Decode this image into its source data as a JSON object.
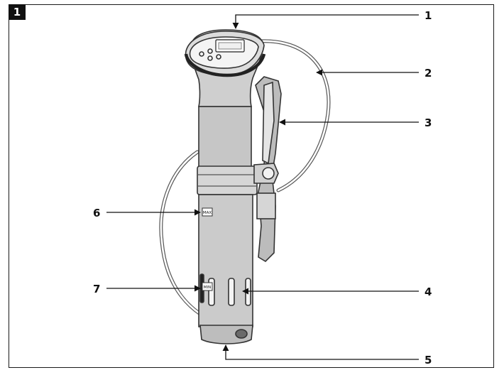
{
  "figure": {
    "number": "1"
  },
  "callouts": [
    {
      "id": "c1",
      "label": "1"
    },
    {
      "id": "c2",
      "label": "2"
    },
    {
      "id": "c3",
      "label": "3"
    },
    {
      "id": "c4",
      "label": "4"
    },
    {
      "id": "c5",
      "label": "5"
    },
    {
      "id": "c6",
      "label": "6"
    },
    {
      "id": "c7",
      "label": "7"
    }
  ],
  "device": {
    "min_mark": "MIN",
    "max_mark": "MAX"
  }
}
